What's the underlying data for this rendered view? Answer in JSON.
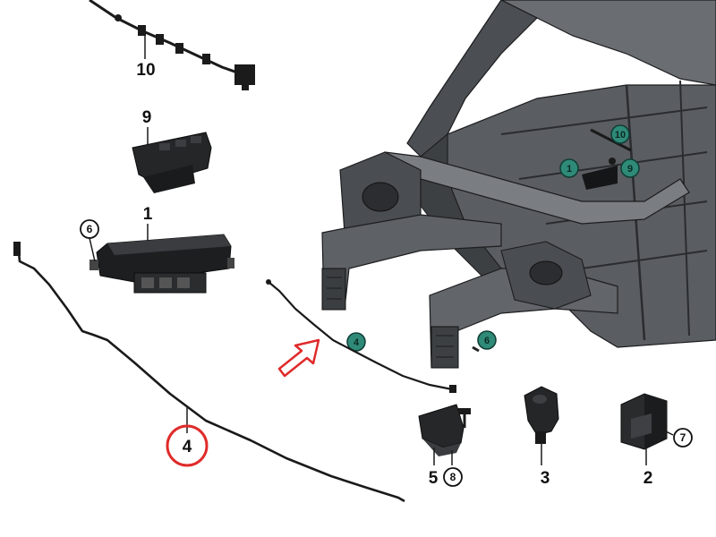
{
  "diagram": {
    "colors": {
      "background": "#ffffff",
      "body": "#55585c",
      "body_dark": "#2e3033",
      "part": "#222426",
      "teal": "#2f8a78",
      "highlight_red": "#e02a2a"
    },
    "parts": {
      "p10": "10",
      "p9": "9",
      "p1": "1",
      "p6": "6",
      "p4": "4",
      "p5": "5",
      "p8": "8",
      "p3": "3",
      "p2": "2",
      "p7": "7"
    },
    "body_markers": {
      "m10": "10",
      "m1": "1",
      "m9": "9",
      "m4": "4",
      "m6": "6"
    },
    "icons": [
      "red-outline-arrow-icon",
      "circled-number-badge"
    ]
  }
}
